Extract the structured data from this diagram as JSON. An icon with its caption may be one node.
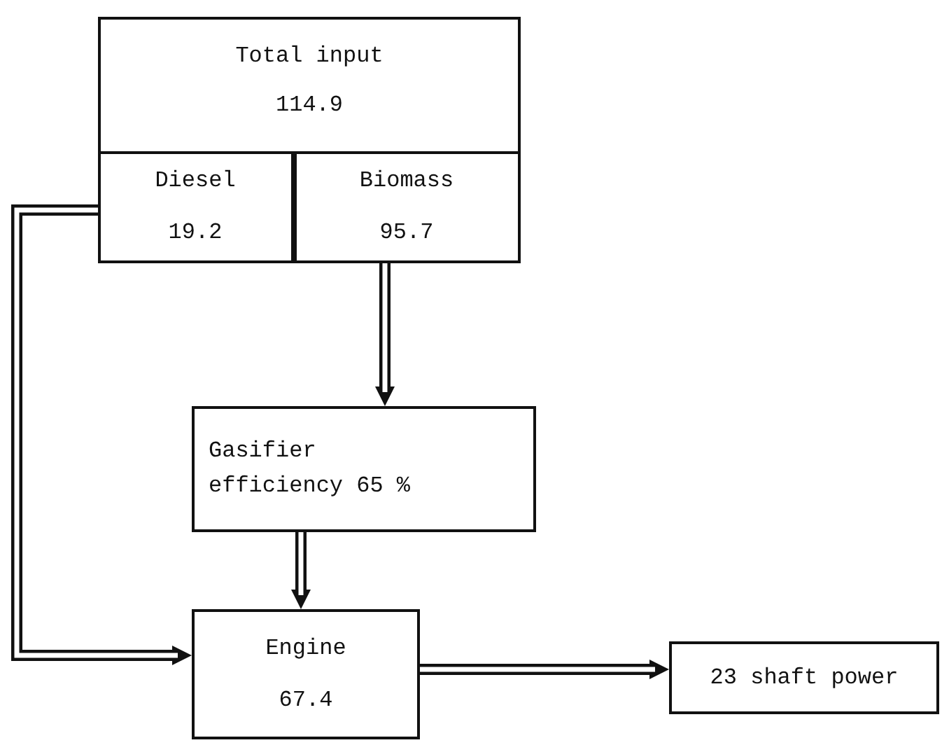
{
  "diagram": {
    "nodes": [
      {
        "text": [
          "Total input",
          "114.9"
        ]
      },
      {
        "text": [
          "Diesel",
          "19.2"
        ],
        "in": 0
      },
      {
        "text": [
          "Biomass",
          "95.7"
        ],
        "in": 0
      },
      {
        "text": [
          "Gasifier efficiency 65 %"
        ]
      },
      {
        "text": [
          "Engine",
          "67.4"
        ]
      },
      {
        "text": [
          "23 shaft power"
        ]
      }
    ],
    "edges": [
      {
        "from": 1,
        "to": 4,
        "arrow": "to"
      },
      {
        "from": 2,
        "to": 3,
        "arrow": "to"
      },
      {
        "from": 3,
        "to": 4,
        "arrow": "to"
      },
      {
        "from": 4,
        "to": 5,
        "arrow": "to"
      }
    ]
  }
}
